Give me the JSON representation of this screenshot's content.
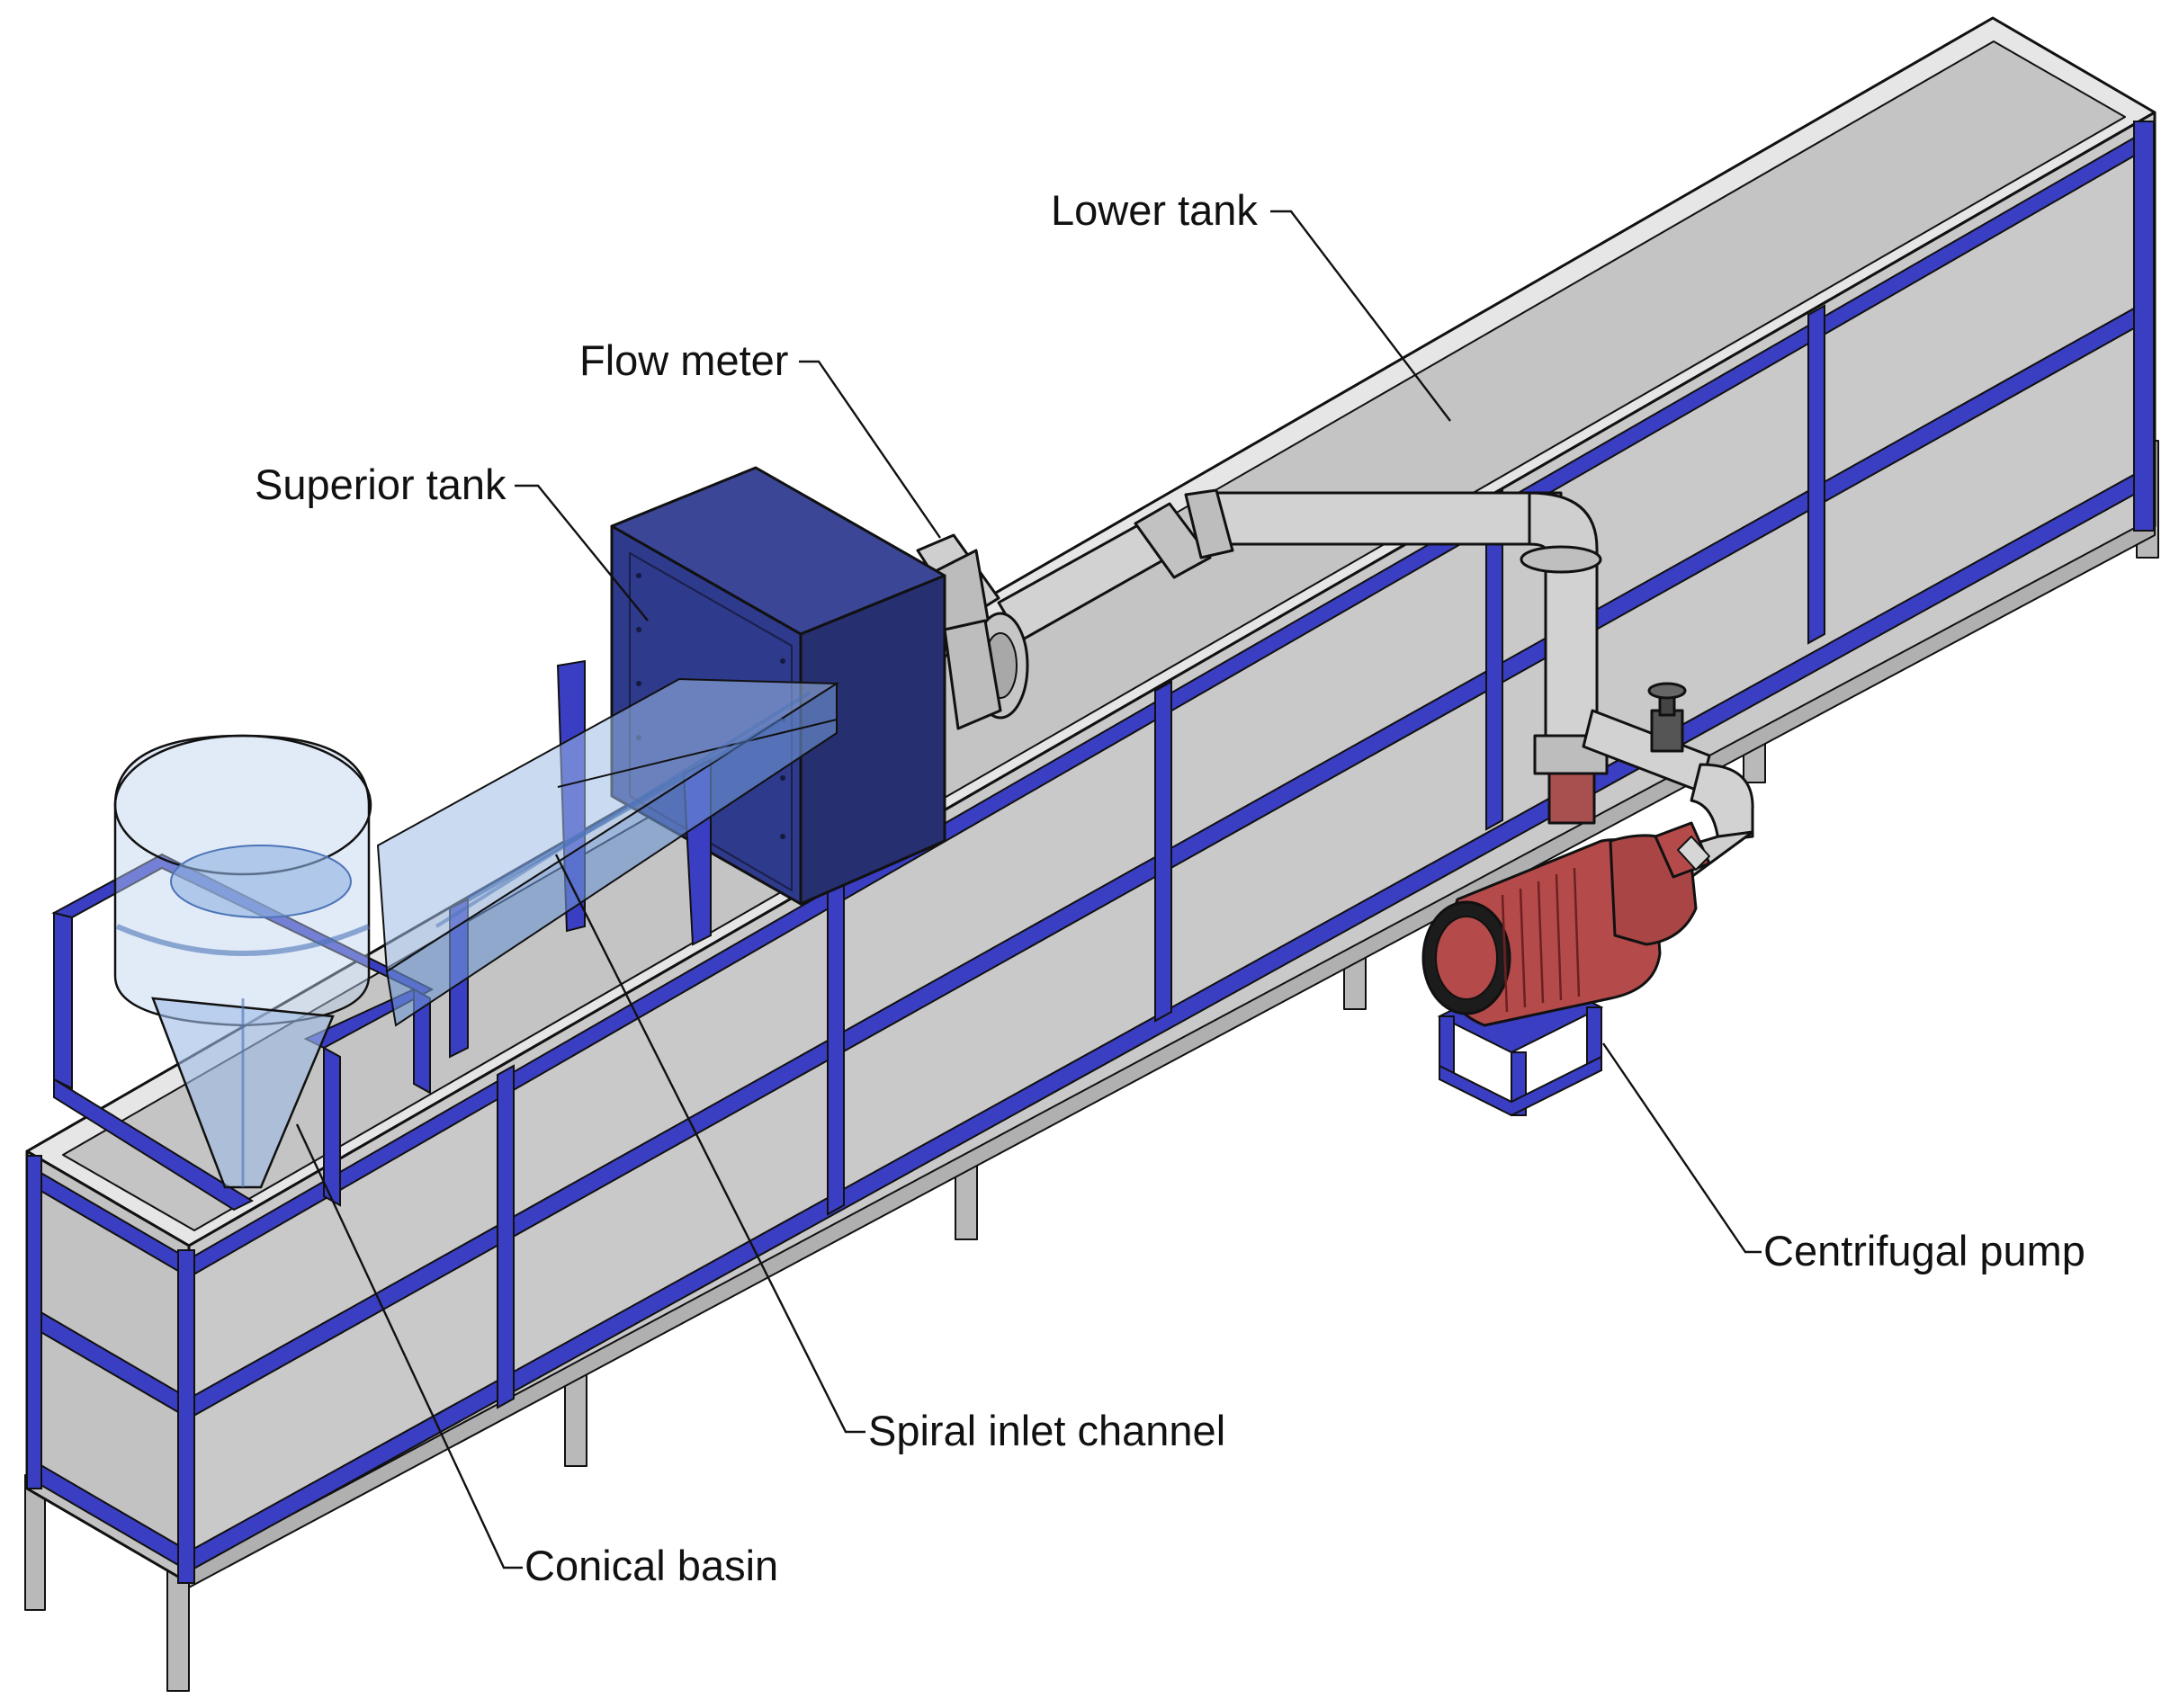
{
  "labels": {
    "lower_tank": "Lower tank",
    "flow_meter": "Flow meter",
    "superior_tank": "Superior tank",
    "centrifugal_pump": "Centrifugal pump",
    "spiral_inlet_channel": "Spiral inlet channel",
    "conical_basin": "Conical basin"
  },
  "colors": {
    "tank_panel": "#c9c9c9",
    "tank_rim": "#e4e4e4",
    "frame_blue": "#3a3ec2",
    "superior_tank": "#2e3a8c",
    "pipe": "#d2d2d2",
    "pump_red": "#b54a4a",
    "acrylic": "#7fa8de",
    "leg_gray": "#b9b9b9"
  }
}
